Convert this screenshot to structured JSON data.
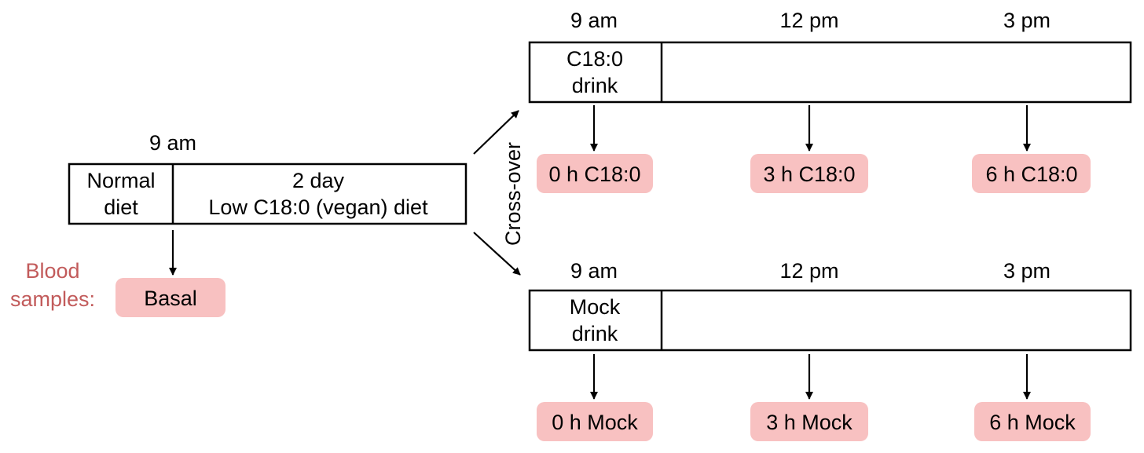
{
  "colors": {
    "sample_pill": "#f8c1c1",
    "blood_label": "#c25b5b",
    "line": "#000000"
  },
  "left": {
    "time": "9 am",
    "normal_diet": [
      "Normal",
      "diet"
    ],
    "low_diet": [
      "2 day",
      "Low C18:0 (vegan) diet"
    ],
    "blood_label": [
      "Blood",
      "samples:"
    ],
    "basal": "Basal"
  },
  "crossover_label": "Cross-over",
  "top": {
    "times": [
      "9 am",
      "12 pm",
      "3 pm"
    ],
    "drink": [
      "C18:0",
      "drink"
    ],
    "samples": [
      "0 h C18:0",
      "3 h C18:0",
      "6 h C18:0"
    ]
  },
  "bottom": {
    "times": [
      "9 am",
      "12 pm",
      "3 pm"
    ],
    "drink": [
      "Mock",
      "drink"
    ],
    "samples": [
      "0 h Mock",
      "3 h Mock",
      "6 h Mock"
    ]
  }
}
